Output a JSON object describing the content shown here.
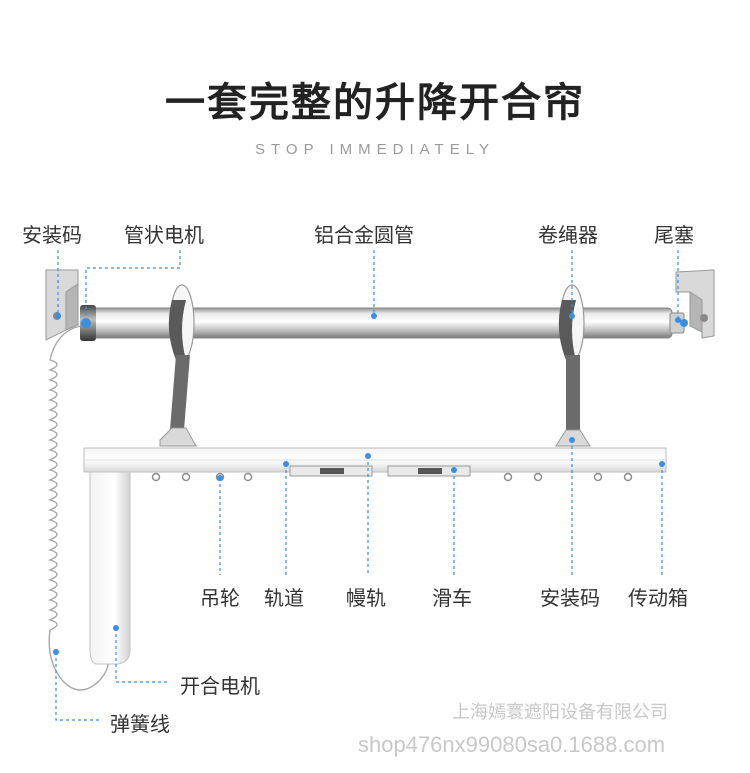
{
  "header": {
    "title": "一套完整的升降开合帘",
    "subtitle": "STOP IMMEDIATELY"
  },
  "labels": {
    "mount_code_left": "安装码",
    "tubular_motor": "管状电机",
    "aluminum_tube": "铝合金圆管",
    "rope_winder": "卷绳器",
    "end_plug": "尾塞",
    "pulley": "吊轮",
    "track": "轨道",
    "curtain_track": "幔轨",
    "slider": "滑车",
    "mount_code_right": "安装码",
    "gearbox": "传动箱",
    "open_close_motor": "开合电机",
    "spring_cable": "弹簧线"
  },
  "watermark": {
    "company": "上海嫣寰遮阳设备有限公司",
    "shop": "shop476nx99080sa0.1688.com"
  },
  "colors": {
    "leader_line": "#3b8fe0",
    "tube_light": "#e6e6e6",
    "tube_dark": "#8e8e8e",
    "strap": "#5a5a5a"
  }
}
